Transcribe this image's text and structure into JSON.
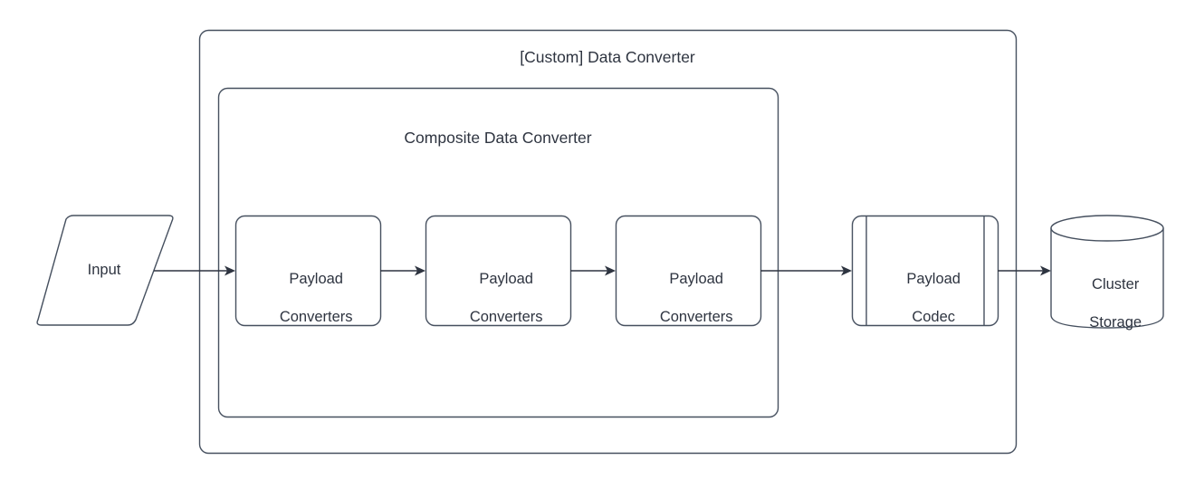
{
  "diagram": {
    "type": "flowchart",
    "background_color": "#ffffff",
    "stroke_color": "#46505F",
    "text_color": "#2E3440",
    "containers": [
      {
        "id": "custom-data-converter",
        "label": "[Custom] Data Converter",
        "shape": "rounded-rectangle"
      },
      {
        "id": "composite-data-converter",
        "label": "Composite Data Converter",
        "shape": "rounded-rectangle"
      }
    ],
    "nodes": [
      {
        "id": "input",
        "label": "Input",
        "shape": "parallelogram"
      },
      {
        "id": "payload-converters-1",
        "label": "Payload\nConverters",
        "line1": "Payload",
        "line2": "Converters",
        "shape": "rounded-rectangle"
      },
      {
        "id": "payload-converters-2",
        "label": "Payload\nConverters",
        "line1": "Payload",
        "line2": "Converters",
        "shape": "rounded-rectangle"
      },
      {
        "id": "payload-converters-3",
        "label": "Payload\nConverters",
        "line1": "Payload",
        "line2": "Converters",
        "shape": "rounded-rectangle"
      },
      {
        "id": "payload-codec",
        "label": "Payload\nCodec",
        "line1": "Payload",
        "line2": "Codec",
        "shape": "process"
      },
      {
        "id": "cluster-storage",
        "label": "Cluster\nStorage",
        "line1": "Cluster",
        "line2": "Storage",
        "shape": "cylinder"
      }
    ],
    "edges": [
      {
        "id": "edge-input-to-pc1",
        "from": "input",
        "to": "payload-converters-1",
        "arrow": "single"
      },
      {
        "id": "edge-pc1-to-pc2",
        "from": "payload-converters-1",
        "to": "payload-converters-2",
        "arrow": "single"
      },
      {
        "id": "edge-pc2-to-pc3",
        "from": "payload-converters-2",
        "to": "payload-converters-3",
        "arrow": "single"
      },
      {
        "id": "edge-pc3-to-codec",
        "from": "payload-converters-3",
        "to": "payload-codec",
        "arrow": "single"
      },
      {
        "id": "edge-codec-to-storage",
        "from": "payload-codec",
        "to": "cluster-storage",
        "arrow": "single"
      }
    ]
  }
}
